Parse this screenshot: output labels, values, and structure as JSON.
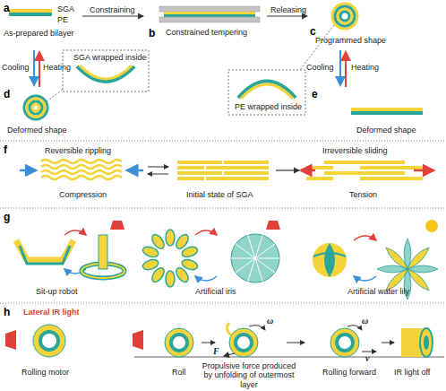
{
  "diagram": {
    "labels": [
      "a",
      "SGA",
      "PE",
      "As-prepared bilayer",
      "Constraining",
      "b",
      "Constrained tempering",
      "Releasing",
      "c",
      "Programmed shape",
      "Cooling",
      "Heating",
      "d",
      "Deformed shape",
      "SGA wrapped inside",
      "PE wrapped inside",
      "Cooling",
      "Heating",
      "e",
      "Deformed shape",
      "f",
      "Reversible rippling",
      "Compression",
      "Initial state of SGA",
      "Irreversible sliding",
      "Tension",
      "g",
      "Sit-up robot",
      "Artificial iris",
      "Artificial water lily",
      "h",
      "Lateral IR light",
      "Rolling motor",
      "Roll",
      "Propulsive force produced by unfolding of outermost layer",
      "Rolling forward",
      "IR light off",
      "F",
      "ω",
      "ω",
      "v"
    ]
  }
}
